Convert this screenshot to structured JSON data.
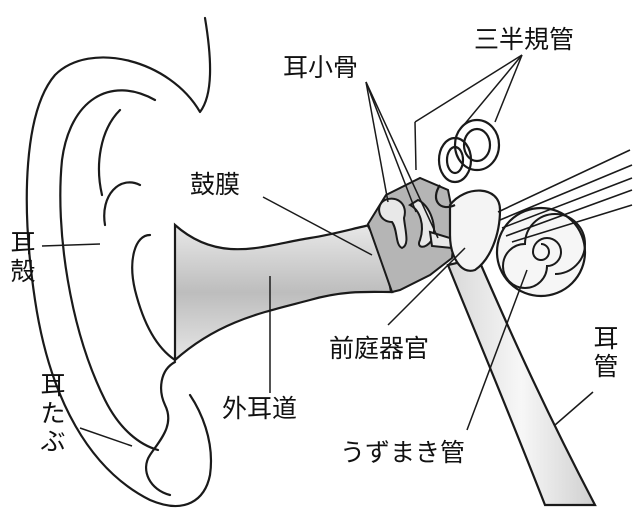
{
  "labels": {
    "semicircular_canals": "三半規管",
    "ossicles": "耳小骨",
    "eardrum": "鼓膜",
    "auricle": "耳殻",
    "earlobe": "耳たぶ",
    "external_canal": "外耳道",
    "vestibule": "前庭器官",
    "cochlea": "うずまき管",
    "eustachian_tube": "耳管"
  },
  "colors": {
    "line": "#1a1a1a",
    "canal_fill": "#cfcfcf",
    "bone_fill": "#a7a7a7",
    "inner_ear_fill": "#f2f2f2",
    "background": "#ffffff"
  }
}
